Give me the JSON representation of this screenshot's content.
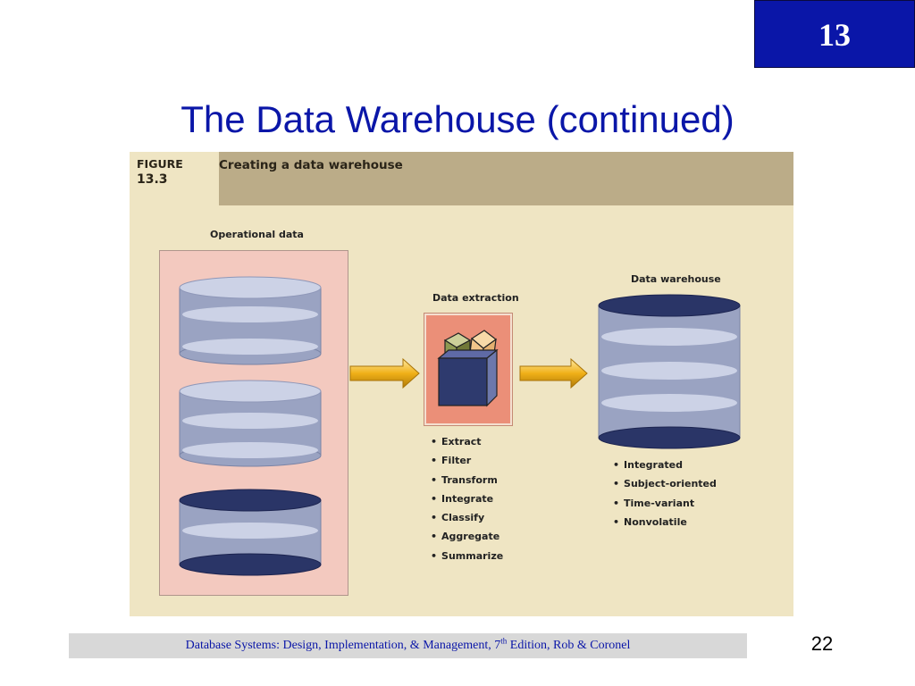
{
  "chapter": {
    "number": "13"
  },
  "slide": {
    "title": "The Data Warehouse (continued)",
    "page_number": "22"
  },
  "figure": {
    "label": "FIGURE",
    "number": "13.3",
    "caption": "Creating a data warehouse",
    "operational": {
      "label": "Operational data"
    },
    "extraction": {
      "label": "Data extraction",
      "steps": [
        "Extract",
        "Filter",
        "Transform",
        "Integrate",
        "Classify",
        "Aggregate",
        "Summarize"
      ]
    },
    "warehouse": {
      "label": "Data warehouse",
      "characteristics": [
        "Integrated",
        "Subject-oriented",
        "Time-variant",
        "Nonvolatile"
      ]
    }
  },
  "footer": {
    "text_before": "Database Systems: Design, Implementation, & Management, 7",
    "superscript": "th",
    "text_after": " Edition, Rob & Coronel"
  },
  "colors": {
    "title_blue": "#0a16a8",
    "cylinder_body": "#9aa3c2",
    "cylinder_band": "#ccd2e6",
    "cylinder_dark": "#2a3567",
    "panel_pink": "#f3c9bf",
    "extract_orange": "#eb8f78",
    "arrow_gold": "#f0b018",
    "figure_bg": "#efe5c3",
    "figure_band": "#bbac88"
  }
}
